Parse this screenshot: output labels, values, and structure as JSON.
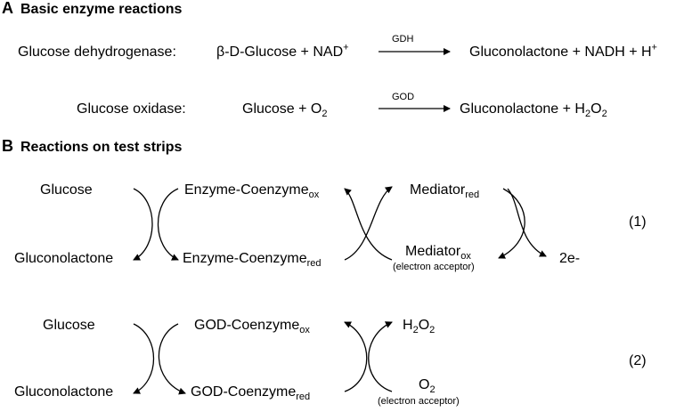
{
  "section_a": {
    "letter": "A",
    "title": "Basic enzyme reactions"
  },
  "reaction_gdh": {
    "name": "Glucose dehydrogenase:",
    "reactant": "β-D-Glucose + NAD",
    "reactant_sup": "+",
    "enzyme": "GDH",
    "product": "Gluconolactone + NADH + H",
    "product_sup": "+"
  },
  "reaction_god": {
    "name": "Glucose oxidase:",
    "reactant_pre": "Glucose + O",
    "reactant_sub": "2",
    "enzyme": "GOD",
    "product_pre": "Gluconolactone + H",
    "product_sub1": "2",
    "product_mid": "O",
    "product_sub2": "2"
  },
  "section_b": {
    "letter": "B",
    "title": "Reactions on test strips"
  },
  "strip_1": {
    "substrate": "Glucose",
    "product": "Gluconolactone",
    "coenzyme_ox": "Enzyme-Coenzyme",
    "coenzyme_ox_sub": "ox",
    "coenzyme_red": "Enzyme-Coenzyme",
    "coenzyme_red_sub": "red",
    "mediator_red": "Mediator",
    "mediator_red_sub": "red",
    "mediator_ox": "Mediator",
    "mediator_ox_sub": "ox",
    "mediator_note": "(electron acceptor)",
    "electrons": "2e-",
    "number": "(1)"
  },
  "strip_2": {
    "substrate": "Glucose",
    "product": "Gluconolactone",
    "coenzyme_ox": "GOD-Coenzyme",
    "coenzyme_ox_sub": "ox",
    "coenzyme_red": "GOD-Coenzyme",
    "coenzyme_red_sub": "red",
    "peroxide_pre": "H",
    "peroxide_sub1": "2",
    "peroxide_mid": "O",
    "peroxide_sub2": "2",
    "oxygen": "O",
    "oxygen_sub": "2",
    "oxygen_note": "(electron acceptor)",
    "number": "(2)"
  }
}
